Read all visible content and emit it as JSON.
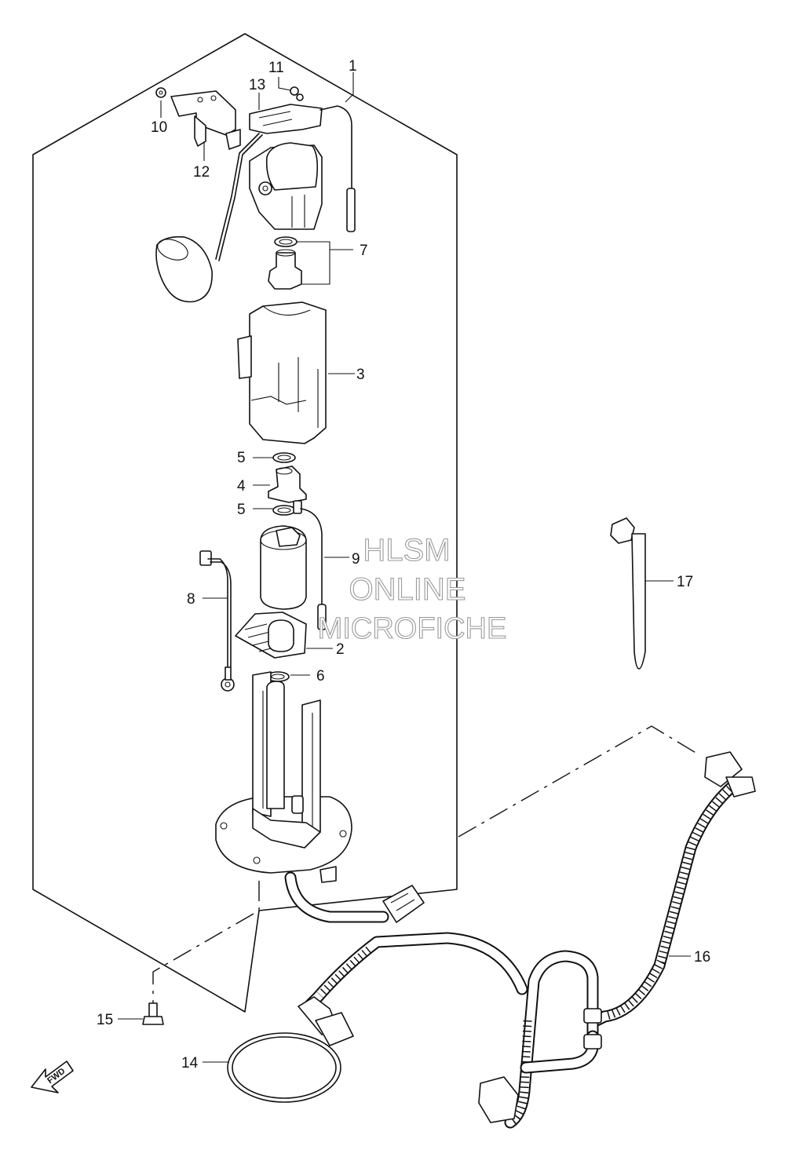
{
  "callouts": {
    "c1": "1",
    "c2": "2",
    "c3": "3",
    "c4": "4",
    "c5a": "5",
    "c5b": "5",
    "c6": "6",
    "c7": "7",
    "c8": "8",
    "c9": "9",
    "c10": "10",
    "c11": "11",
    "c12": "12",
    "c13": "13",
    "c14": "14",
    "c15": "15",
    "c16": "16",
    "c17": "17"
  },
  "watermark": {
    "line1": "HLSM",
    "line2": "ONLINE",
    "line3": "MICROFICHE"
  },
  "fwd_label": "FWD"
}
